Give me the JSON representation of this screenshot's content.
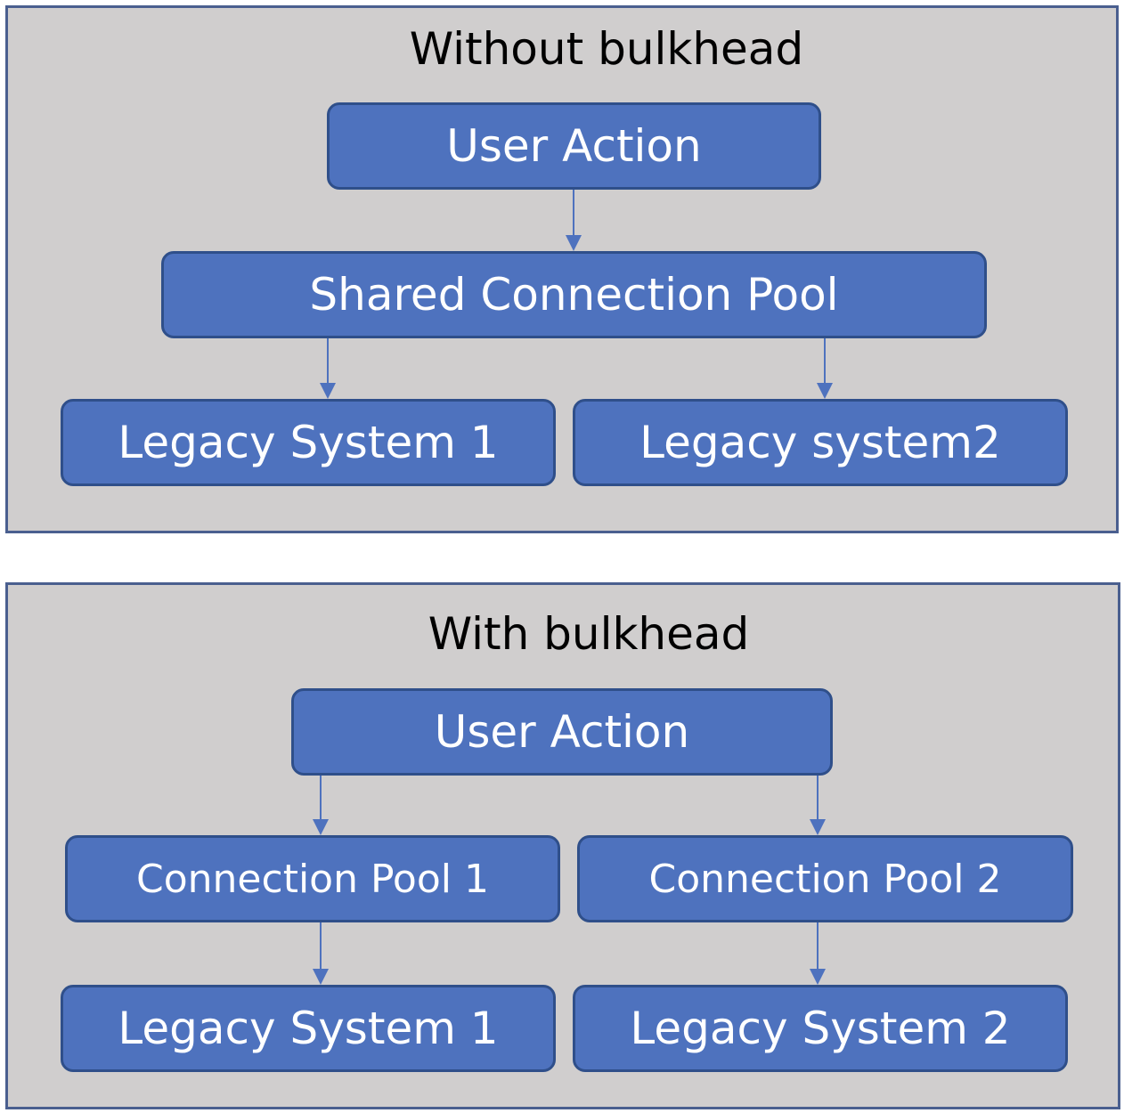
{
  "colors": {
    "panel_background": "#d0cece",
    "panel_border": "#4a5f8f",
    "node_fill": "#4e72be",
    "node_border": "#2f4f8a",
    "node_text": "#ffffff",
    "arrow": "#4e72be"
  },
  "without_bulkhead": {
    "title": "Without bulkhead",
    "user_action": "User Action",
    "shared_pool": "Shared Connection Pool",
    "legacy_1": "Legacy System 1",
    "legacy_2": "Legacy system2"
  },
  "with_bulkhead": {
    "title": "With bulkhead",
    "user_action": "User Action",
    "pool_1": "Connection Pool 1",
    "pool_2": "Connection Pool 2",
    "legacy_1": "Legacy System 1",
    "legacy_2": "Legacy System 2"
  }
}
